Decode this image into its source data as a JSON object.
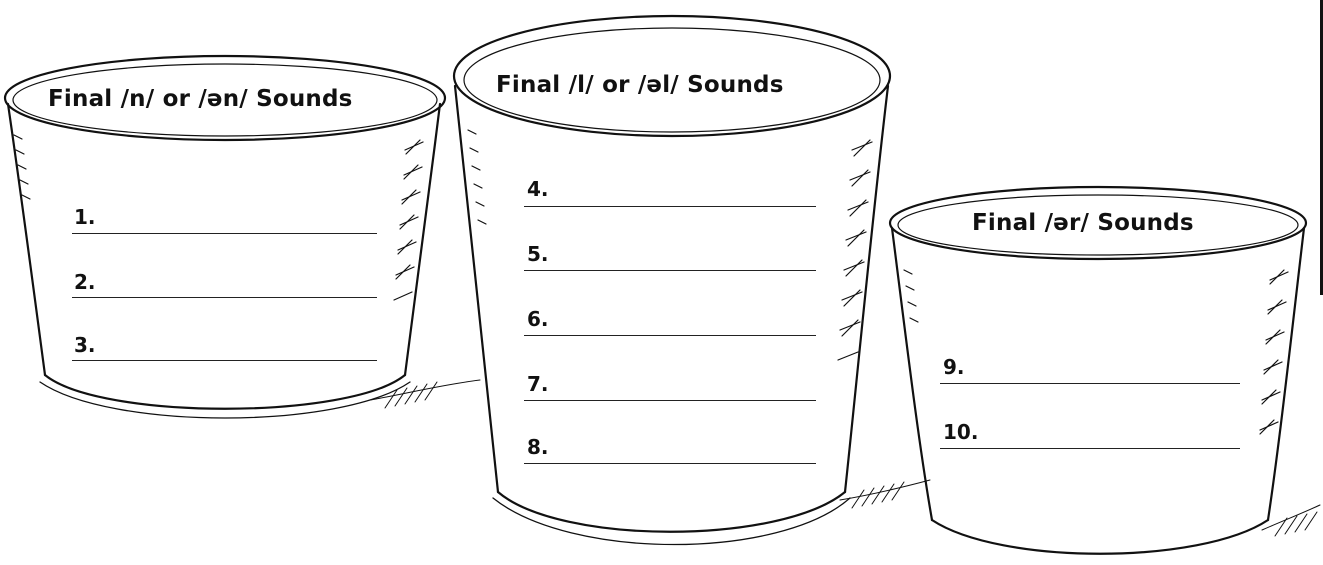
{
  "cups": [
    {
      "title": "Final /n/ or /ən/ Sounds",
      "items": [
        "1.",
        "2.",
        "3."
      ]
    },
    {
      "title": "Final /l/ or /əl/ Sounds",
      "items": [
        "4.",
        "5.",
        "6.",
        "7.",
        "8."
      ]
    },
    {
      "title": "Final /ər/ Sounds",
      "items": [
        "9.",
        "10."
      ]
    }
  ],
  "colors": {
    "ink": "#111111",
    "paper": "#ffffff"
  },
  "icons": [
    "cup-illustration"
  ]
}
